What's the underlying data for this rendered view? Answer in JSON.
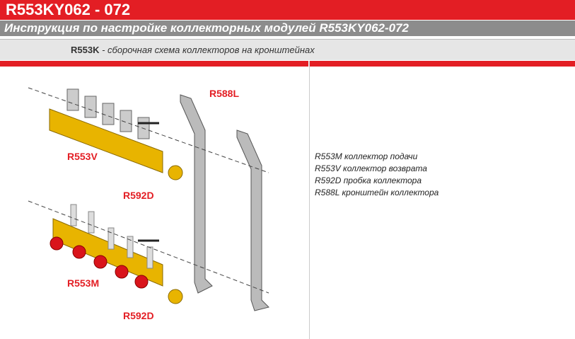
{
  "header": {
    "title": "R553KY062 - 072",
    "subtitle": "Инструкция по настройке коллекторных модулей R553KY062-072"
  },
  "section": {
    "code": "R553K",
    "title": " - сборочная схема коллекторов на кронштейнах"
  },
  "diagram": {
    "labels": {
      "return_manifold": "R553V",
      "plug_top": "R592D",
      "supply_manifold": "R553M",
      "plug_bottom": "R592D",
      "bracket": "R588L"
    }
  },
  "legend": [
    "R553M коллектор подачи",
    "R553V коллектор возврата",
    "R592D пробка коллектора",
    "R588L кронштейн коллектора"
  ]
}
